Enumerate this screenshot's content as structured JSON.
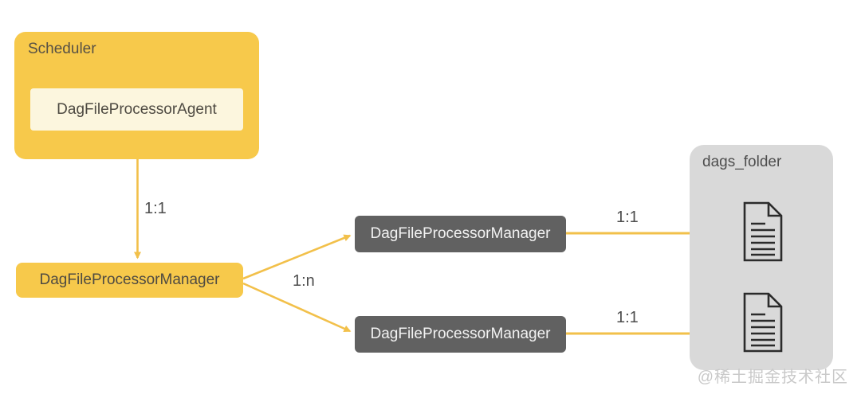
{
  "diagram": {
    "nodes": {
      "scheduler": {
        "label": "Scheduler"
      },
      "agent": {
        "label": "DagFileProcessorAgent"
      },
      "manager": {
        "label": "DagFileProcessorManager"
      },
      "processor_top": {
        "label": "DagFileProcessorManager"
      },
      "processor_bottom": {
        "label": "DagFileProcessorManager"
      },
      "dags_folder": {
        "label": "dags_folder"
      }
    },
    "edges": {
      "scheduler_to_manager": {
        "label": "1:1"
      },
      "manager_to_processors": {
        "label": "1:n"
      },
      "processor_top_to_folder": {
        "label": "1:1"
      },
      "processor_bottom_to_folder": {
        "label": "1:1"
      }
    },
    "icons": [
      {
        "name": "document-icon"
      },
      {
        "name": "document-icon"
      }
    ],
    "colors": {
      "node_yellow": "#F7C94B",
      "node_cream": "#FCF6DE",
      "node_dark_gray": "#616161",
      "panel_light_gray": "#D9D9D9",
      "connector_yellow": "#F2C04A",
      "text_dark": "#4E4A42",
      "text_light": "#F2F2F2",
      "watermark_gray": "#C9C9C9",
      "icon_stroke": "#2B2B2B"
    }
  },
  "watermark": {
    "text": "@稀土掘金技术社区"
  }
}
